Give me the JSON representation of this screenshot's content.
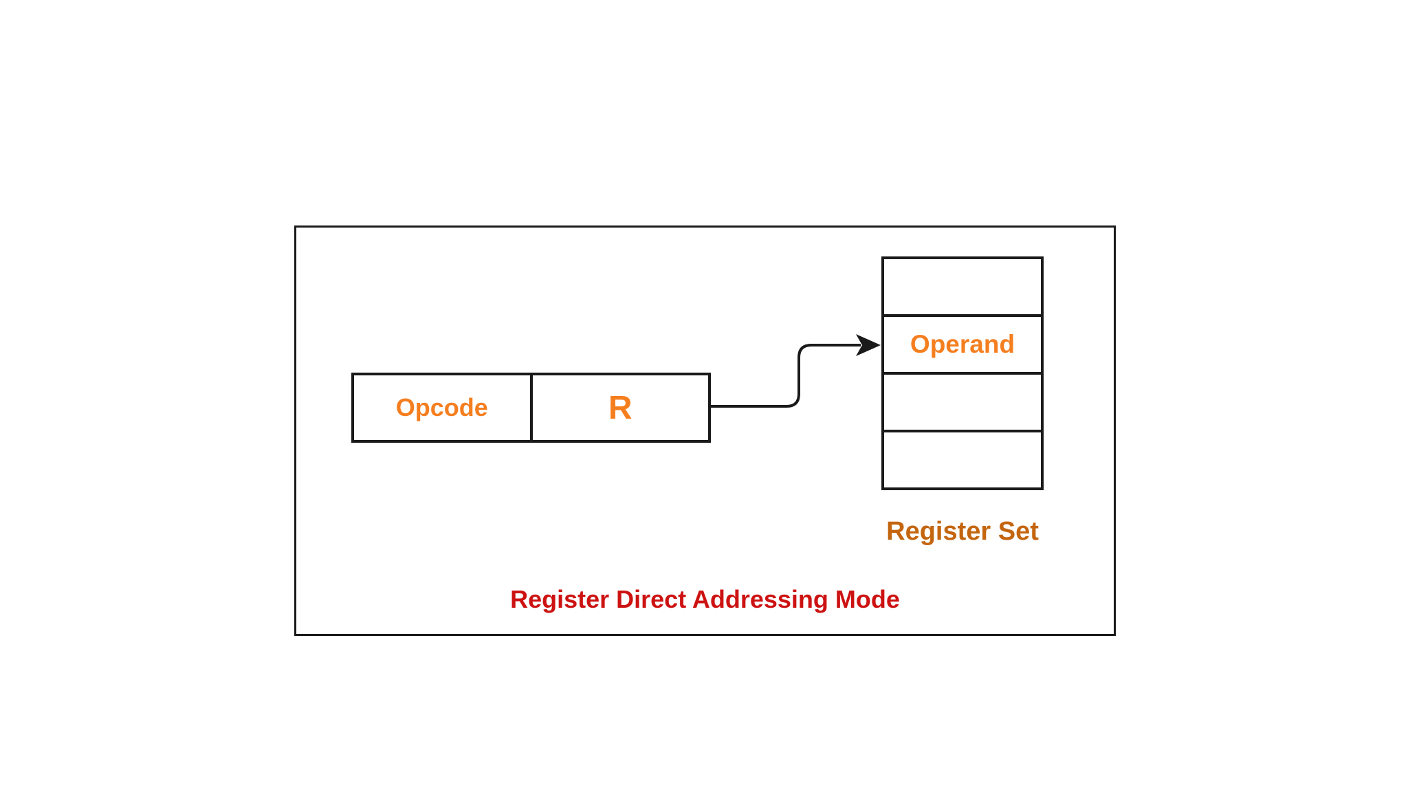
{
  "diagram": {
    "title": "Register Direct Addressing Mode",
    "instruction": {
      "fields": [
        {
          "label": "Opcode"
        },
        {
          "label": "R"
        }
      ]
    },
    "register_set": {
      "caption": "Register Set",
      "rows": [
        "",
        "Operand",
        "",
        ""
      ]
    },
    "arrow": {
      "meaning": "register-field-points-to-operand-register"
    },
    "colors": {
      "line": "#1a1a1a",
      "field_text": "#f57e1f",
      "caption_text": "#c4650f",
      "title_text": "#cd1212",
      "background": "#ffffff"
    }
  }
}
